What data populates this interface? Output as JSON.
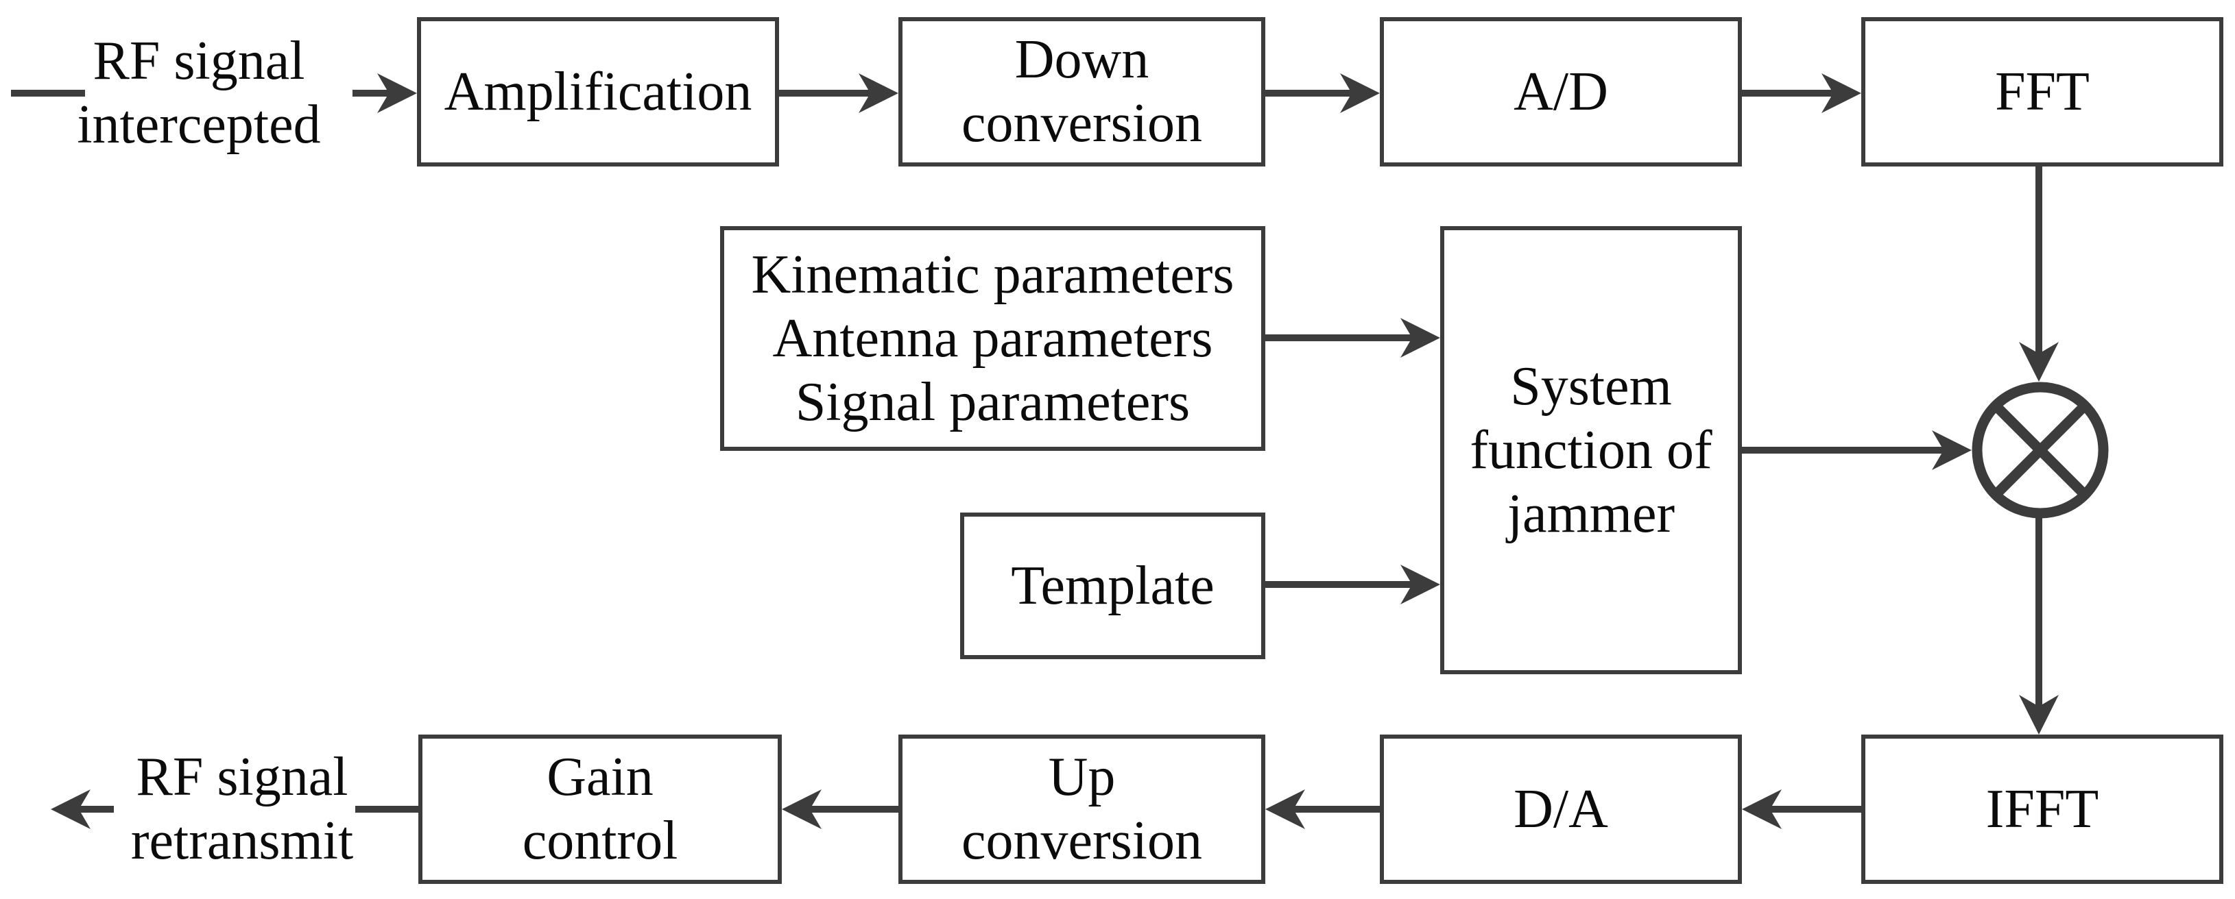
{
  "blocks": {
    "amplification": "Amplification",
    "down_conversion": "Down\nconversion",
    "a_d": "A/D",
    "fft": "FFT",
    "parameters": "Kinematic parameters\nAntenna parameters\nSignal parameters",
    "system_function": "System\nfunction of\njammer",
    "template": "Template",
    "gain_control": "Gain\ncontrol",
    "up_conversion": "Up\nconversion",
    "d_a": "D/A",
    "ifft": "IFFT"
  },
  "io": {
    "input_label": "RF signal\nintercepted",
    "output_label": "RF signal\nretransmit"
  },
  "symbols": {
    "multiplier": "⊗"
  },
  "colors": {
    "line": "#3c3c3c",
    "text": "#0b0b0b",
    "background": "#ffffff"
  },
  "connections": [
    {
      "from": "rf-signal-intercepted",
      "to": "amplification"
    },
    {
      "from": "amplification",
      "to": "down_conversion"
    },
    {
      "from": "down_conversion",
      "to": "a_d"
    },
    {
      "from": "a_d",
      "to": "fft"
    },
    {
      "from": "fft",
      "to": "multiplier"
    },
    {
      "from": "parameters",
      "to": "system_function"
    },
    {
      "from": "template",
      "to": "system_function"
    },
    {
      "from": "system_function",
      "to": "multiplier"
    },
    {
      "from": "multiplier",
      "to": "ifft"
    },
    {
      "from": "ifft",
      "to": "d_a"
    },
    {
      "from": "d_a",
      "to": "up_conversion"
    },
    {
      "from": "up_conversion",
      "to": "gain_control"
    },
    {
      "from": "gain_control",
      "to": "rf-signal-retransmit"
    }
  ]
}
